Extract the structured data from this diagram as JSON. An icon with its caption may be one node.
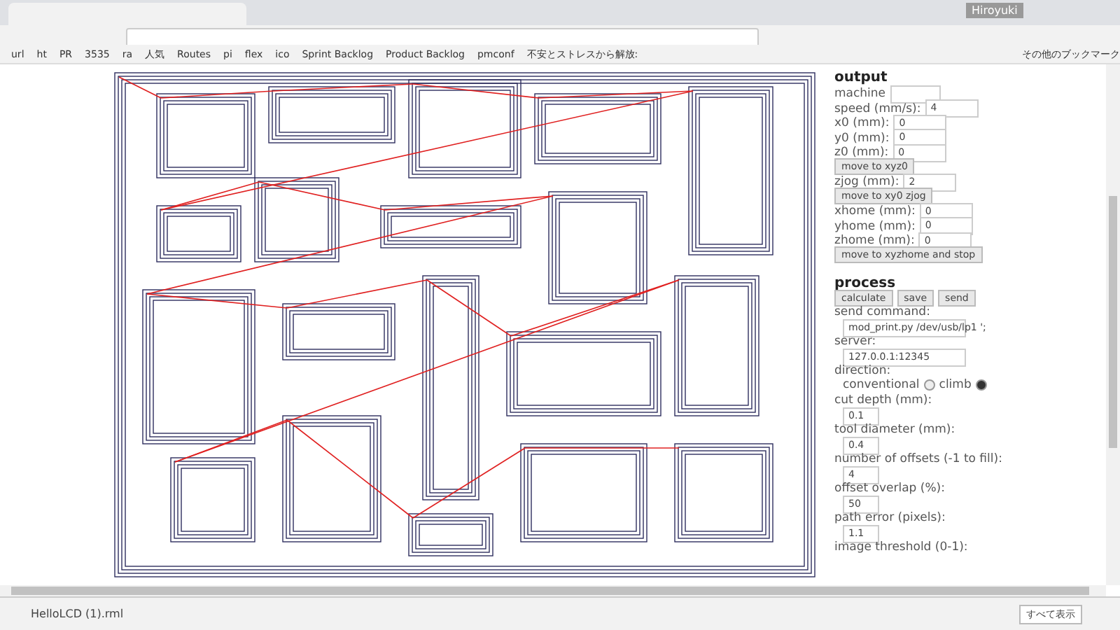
{
  "diagram": {
    "labels": [
      "Hiroyuki",
      "url",
      "ht",
      "PR",
      "3535",
      "ra",
      "人気",
      "Routes",
      "pi",
      "flex",
      "ico",
      "Sprint Backlog",
      "Product Backlog",
      "pmconf",
      "不安とストレスから解放:",
      "その他のブックマーク",
      "output",
      "machine",
      "speed (mm/s):",
      "4",
      "x0 (mm):",
      "0",
      "y0 (mm):",
      "0",
      "z0 (mm):",
      "0",
      "move to xyz0",
      "zjog (mm):",
      "2",
      "move to xy0 zjog",
      "xhome (mm):",
      "0",
      "yhome (mm):",
      "0",
      "zhome (mm):",
      "0",
      "move to xyzhome and stop",
      "process",
      "calculate",
      "save",
      "send",
      "send command:",
      "mod_print.py /dev/usb/lp1 ';",
      "server:",
      "127.0.0.1:12345",
      "direction:",
      "conventional",
      "climb",
      "cut depth (mm):",
      "0.1",
      "tool diameter (mm):",
      "0.4",
      "number of offsets (-1 to fill):",
      "4",
      "offset overlap (%):",
      "50",
      "path error (pixels):",
      "1.1",
      "image threshold (0-1):",
      "HelloLCD (1).rml",
      "すべて表示"
    ]
  }
}
